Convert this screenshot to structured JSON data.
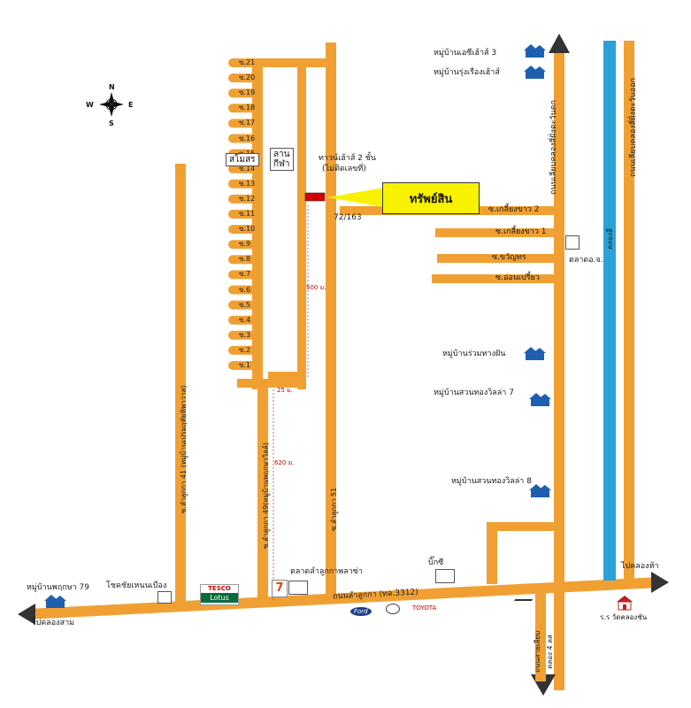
{
  "compass": {
    "n": "N",
    "s": "S",
    "e": "E",
    "w": "W"
  },
  "property": {
    "callout": "ทรัพย์สิน",
    "desc_line1": "ทาวน์เฮ้าส์ 2 ชั้น",
    "desc_line2": "(ไม่ติดเลขที่)",
    "house_no": "72/163"
  },
  "soi_labels": [
    "ซ.21",
    "ซ.20",
    "ซ.19",
    "ซ.18",
    "ซ.17",
    "ซ.16",
    "ซ.15",
    "ซ.14",
    "ซ.13",
    "ซ.12",
    "ซ.11",
    "ซ.10",
    "ซ.9",
    "ซ.8",
    "ซ.7",
    "ซ.6",
    "ซ.5",
    "ซ.4",
    "ซ.3",
    "ซ.2",
    "ซ.1"
  ],
  "boxes": {
    "swimming_pool": "สโมสร",
    "sports_field": "ลาน\nกีฬา",
    "market_o": "ตลาดอ.จ."
  },
  "distances": {
    "d500": "500 ม.",
    "d25": "25 ม.",
    "d620": "620 ม."
  },
  "right_lanes": [
    "ซ.เกลี้ยงขาว 2",
    "ซ.เกลี้ยงขาว 1",
    "ซ.ขวัญทร",
    "ซ.อ่อนเปรี้ยว"
  ],
  "villages": {
    "v1": "หมู่บ้านเอซีเฮ้าส์ 3",
    "v2": "หมู่บ้านรุ่งเรืองเฮ้าส์",
    "v3": "หมู่บ้านร่วมทางฝัน",
    "v4": "หมู่บ้านสวนทองวิลล่า 7",
    "v5": "หมู่บ้านสวนทองวิลล่า 8",
    "v6": "หมู่บ้านพฤกษา 79"
  },
  "roads": {
    "main": "ถนนลำลูกกา (ทล.3312)",
    "right_vertical": "ถนนเลียบคลองสี่ฝั่งตะวันตก",
    "far_right": "ถนนเลียบคลองสี่ฝั่งตะวันออก",
    "canal": "คลองสี่",
    "left_vertical": "ซ.ลำลูกกา 41 (หมู่บ้านเปรมฤทัยทิพาวาส)",
    "mid_vertical": "ซ.ลำลูกกา 49(หมู่บ้านพฤกษาวิลล์)",
    "right_soi": "ซ.ลำลูกกา 51",
    "bottom_road": "ถนนสายเลียบ",
    "bottom_road2": "คลอง 4 ลส"
  },
  "places": {
    "chokchai": "โชคชัยเหนนเบือง",
    "market": "ตลาดลำลูกกาพลาซ่า",
    "bigc": "บิ๊กซี",
    "to_klong_ha": "ไปคลองห้า",
    "to_klong_sam": "ไปคลองสาม",
    "wat": "ร.ร วัดคลองชัน",
    "tesco": "TESCO",
    "lotus": "Lotus",
    "seven": "7",
    "ford": "Ford",
    "toyota": "TOYOTA"
  },
  "colors": {
    "road": "#f0a033",
    "canal": "#2aa2d8",
    "property": "#d40000",
    "callout": "#f8f200",
    "house": "#1f5fb0"
  }
}
